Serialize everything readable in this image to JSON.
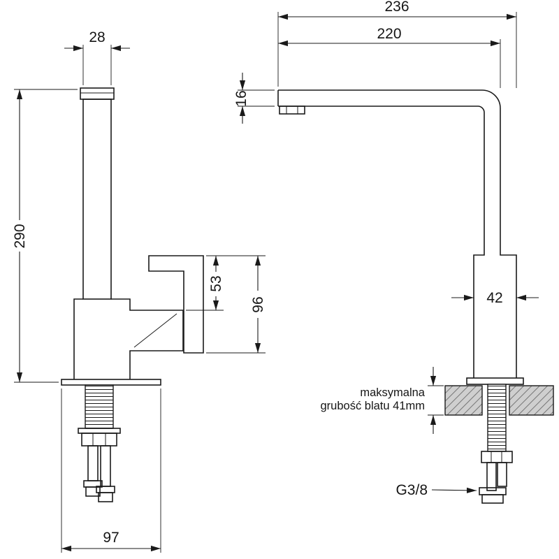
{
  "drawing": {
    "subject": "kitchen faucet dimensional drawing, two orthographic views",
    "colors": {
      "line": "#1a1a1a",
      "countertop_fill": "#cfcfcf"
    },
    "dimensions": {
      "spout_width_mm": "28",
      "overall_height_mm": "290",
      "handle_upper_mm": "53",
      "handle_total_mm": "96",
      "base_depth_mm": "97",
      "reach_total_mm": "236",
      "reach_mm": "220",
      "spout_tube_mm": "16",
      "body_width_mm": "42",
      "thread_label": "G3/8"
    },
    "note": {
      "line1": "maksymalna",
      "line2": "grubość blatu 41mm"
    }
  }
}
